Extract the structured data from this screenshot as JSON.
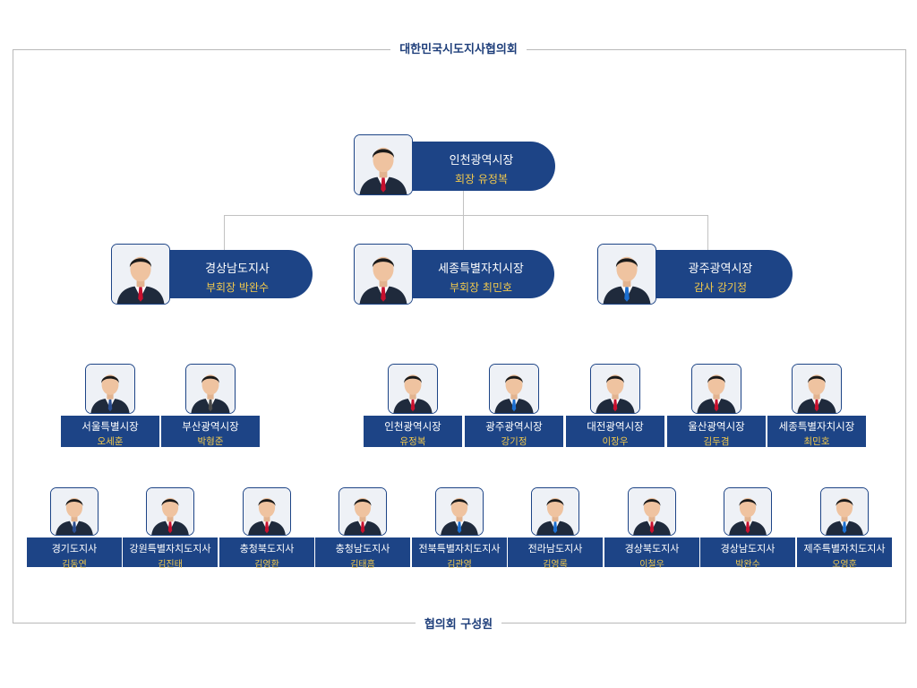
{
  "header_title": "대한민국시도지사협의회",
  "footer_title": "협의회 구성원",
  "leadership": [
    {
      "title": "인천광역시장",
      "subtitle": "회장 유정복"
    },
    {
      "title": "경상남도지사",
      "subtitle": "부회장 박완수"
    },
    {
      "title": "세종특별자치시장",
      "subtitle": "부회장 최민호"
    },
    {
      "title": "광주광역시장",
      "subtitle": "감사  강기정"
    }
  ],
  "row1": [
    {
      "title": "서울특별시장",
      "name": "오세훈",
      "tie": "#2a4d8f"
    },
    {
      "title": "부산광역시장",
      "name": "박형준",
      "tie": "#4a4a4a"
    },
    {
      "title": "인천광역시장",
      "name": "유정복",
      "tie": "#c8102e"
    },
    {
      "title": "광주광역시장",
      "name": "강기정",
      "tie": "#1c6fd1"
    },
    {
      "title": "대전광역시장",
      "name": "이장우",
      "tie": "#c8102e"
    },
    {
      "title": "울산광역시장",
      "name": "김두겸",
      "tie": "#c8102e"
    },
    {
      "title": "세종특별자치시장",
      "name": "최민호",
      "tie": "#c8102e"
    }
  ],
  "row2": [
    {
      "title": "경기도지사",
      "name": "김동연",
      "tie": "#2a4d8f"
    },
    {
      "title": "강원특별자치도지사",
      "name": "김진태",
      "tie": "#c8102e"
    },
    {
      "title": "충청북도지사",
      "name": "김영환",
      "tie": "#c8102e"
    },
    {
      "title": "충청남도지사",
      "name": "김태흠",
      "tie": "#c8102e"
    },
    {
      "title": "전북특별자치도지사",
      "name": "김관영",
      "tie": "#1c6fd1"
    },
    {
      "title": "전라남도지사",
      "name": "김영록",
      "tie": "#1c6fd1"
    },
    {
      "title": "경상북도지사",
      "name": "이철우",
      "tie": "#c8102e"
    },
    {
      "title": "경상남도지사",
      "name": "박완수",
      "tie": "#c8102e"
    },
    {
      "title": "제주특별자치도지사",
      "name": "오영훈",
      "tie": "#1c6fd1"
    }
  ],
  "colors": {
    "navy": "#1d4486",
    "gold": "#f2c94c",
    "connector": "#c2c2c2"
  },
  "icons": {
    "portrait": "person-portrait-icon"
  }
}
